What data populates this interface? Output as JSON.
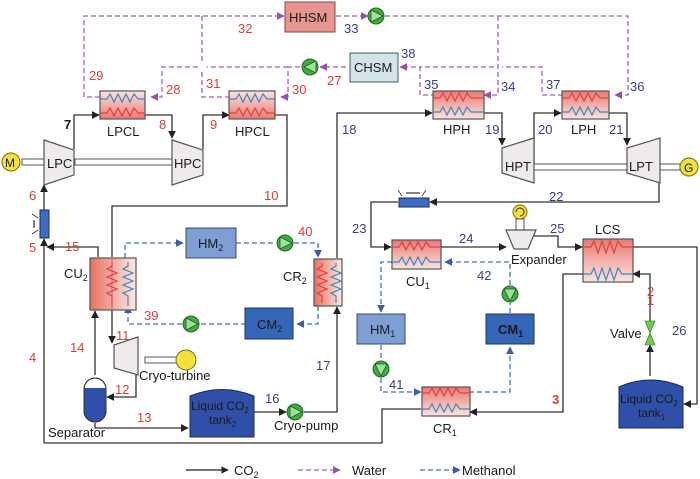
{
  "components": {
    "motor": "M",
    "generator": "G",
    "lpc": "LPC",
    "hpc": "HPC",
    "lpcl": "LPCL",
    "hpcl": "HPCL",
    "hhsm": "HHSM",
    "chsm": "CHSM",
    "hph": "HPH",
    "lph": "LPH",
    "hpt": "HPT",
    "lpt": "LPT",
    "lcs": "LCS",
    "expander": "Expander",
    "cu1": "CU",
    "cu1_sub": "1",
    "cu2": "CU",
    "cu2_sub": "2",
    "cr1": "CR",
    "cr1_sub": "1",
    "cr2": "CR",
    "cr2_sub": "2",
    "hm1": "HM",
    "hm1_sub": "1",
    "hm2": "HM",
    "hm2_sub": "2",
    "cm1": "CM",
    "cm1_sub": "1",
    "cm2": "CM",
    "cm2_sub": "2",
    "cryo_turbine": "Cryo-turbine",
    "cryo_pump": "Cryo-pump",
    "separator": "Separator",
    "valve": "Valve",
    "tank1_line1": "Liquid CO",
    "tank1_sub": "2",
    "tank1_line2": "tank",
    "tank1_line2_sub": "1",
    "tank2_line1": "Liquid CO",
    "tank2_sub": "2",
    "tank2_line2": "tank",
    "tank2_line2_sub": "2"
  },
  "streams": {
    "s1": "1",
    "s2": "2",
    "s3": "3",
    "s4": "4",
    "s5": "5",
    "s6": "6",
    "s7": "7",
    "s8": "8",
    "s9": "9",
    "s10": "10",
    "s11": "11",
    "s12": "12",
    "s13": "13",
    "s14": "14",
    "s15": "15",
    "s16": "16",
    "s17": "17",
    "s18": "18",
    "s19": "19",
    "s20": "20",
    "s21": "21",
    "s22": "22",
    "s23": "23",
    "s24": "24",
    "s25": "25",
    "s26": "26",
    "s27": "27",
    "s28": "28",
    "s29": "29",
    "s30": "30",
    "s31": "31",
    "s32": "32",
    "s33": "33",
    "s34": "34",
    "s35": "35",
    "s36": "36",
    "s37": "37",
    "s38": "38",
    "s39": "39",
    "s40": "40",
    "s41": "41",
    "s42": "42"
  },
  "legend": {
    "co2": "CO",
    "co2_sub": "2",
    "water": "Water",
    "methanol": "Methanol"
  },
  "colors": {
    "co2_line": "#333333",
    "water_line": "#a561b8",
    "methanol_line": "#4a6fb0",
    "red_label": "#d6403a",
    "blue_label": "#3a3f8f",
    "pump": "#3dae3d",
    "motor": "#f2e13a",
    "hhsm": "#e8958f",
    "chsm": "#d3e3ea",
    "hm": "#7f9fd4",
    "cm": "#3566b8",
    "tank": "#2f4fa8"
  }
}
